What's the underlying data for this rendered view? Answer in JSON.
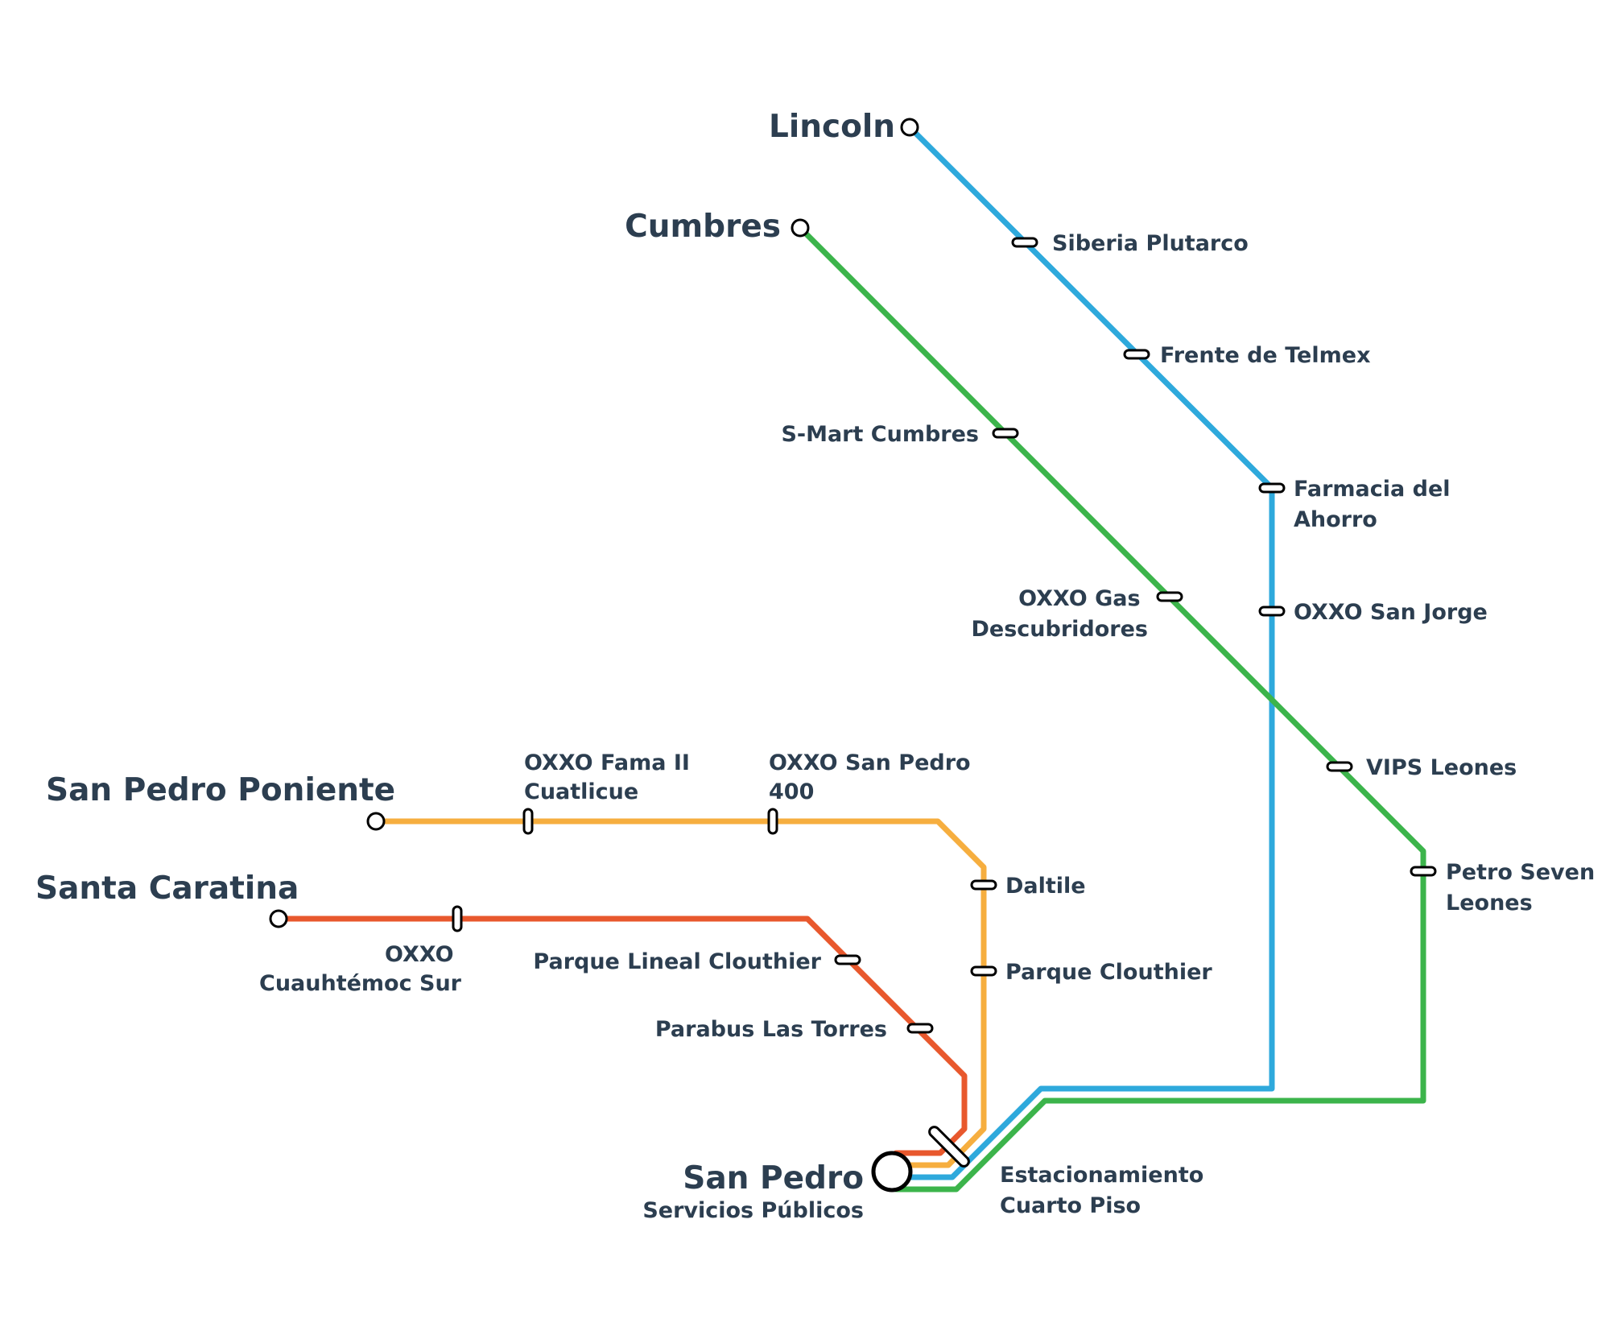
{
  "colors": {
    "blue_line": "#2ea9dc",
    "green_line": "#3cb44b",
    "orange_line": "#f6ae3f",
    "red_line": "#e8582d",
    "label": "#2c3e50"
  },
  "terminals": {
    "lincoln": "Lincoln",
    "cumbres": "Cumbres",
    "san_pedro_poniente": "San Pedro Poniente",
    "santa_caratina": "Santa Caratina",
    "san_pedro": "San Pedro",
    "san_pedro_sub": "Servicios Públicos"
  },
  "stations": {
    "siberia_plutarco": "Siberia Plutarco",
    "frente_telmex": "Frente de Telmex",
    "farmacia_ahorro": [
      "Farmacia del",
      "Ahorro"
    ],
    "oxxo_san_jorge": "OXXO San Jorge",
    "s_mart_cumbres": "S-Mart Cumbres",
    "oxxo_gas": [
      "OXXO Gas",
      "Descubridores"
    ],
    "vips_leones": "VIPS Leones",
    "petro_seven": [
      "Petro Seven",
      "Leones"
    ],
    "oxxo_fama": [
      "OXXO Fama II",
      "Cuatlicue"
    ],
    "oxxo_san_pedro": [
      "OXXO San Pedro",
      "400"
    ],
    "daltile": "Daltile",
    "parque_clouthier": "Parque Clouthier",
    "oxxo_cuauhtemoc": [
      "OXXO",
      "Cuauhtémoc Sur"
    ],
    "parque_lineal": "Parque Lineal Clouthier",
    "parabus": "Parabus Las Torres",
    "estacionamiento": [
      "Estacionamiento",
      "Cuarto Piso"
    ]
  }
}
